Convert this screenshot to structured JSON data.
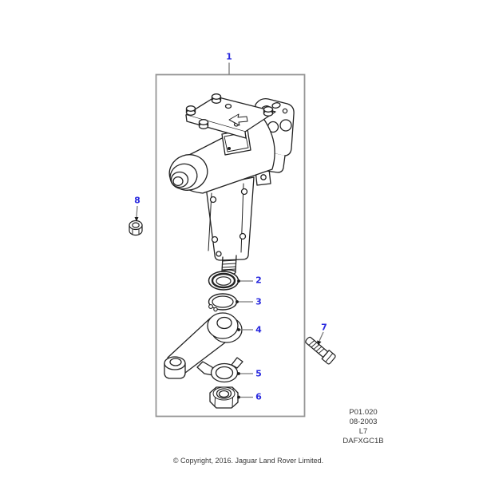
{
  "callouts": [
    {
      "label": "1"
    },
    {
      "label": "2"
    },
    {
      "label": "3"
    },
    {
      "label": "4"
    },
    {
      "label": "5"
    },
    {
      "label": "6"
    },
    {
      "label": "7"
    },
    {
      "label": "8"
    }
  ],
  "ref_block": {
    "lines": [
      "P01.020",
      "08-2003",
      "L7",
      "DAFXGC1B"
    ]
  },
  "footer": {
    "copyright": "© Copyright, 2016. Jaguar Land Rover Limited."
  },
  "colors": {
    "callout_blue": "#2A2ADF",
    "drawing_line": "#222222",
    "frame_border": "#969696",
    "leader_gray": "#7A7A7A",
    "text_dark": "#383838",
    "background": "#FFFFFF"
  }
}
